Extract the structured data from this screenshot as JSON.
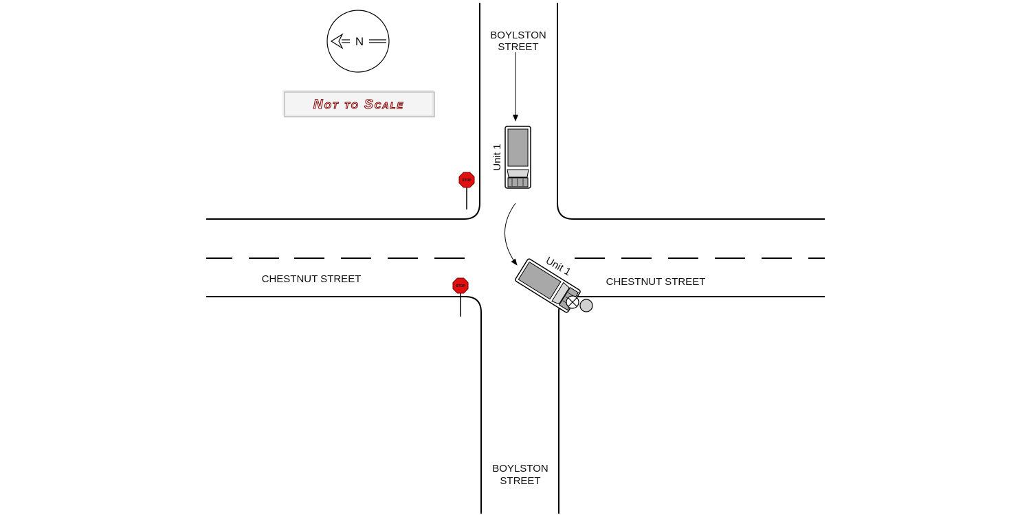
{
  "compass": {
    "label": "N",
    "icon": "north-arrow-icon"
  },
  "scale_note": "Not to Scale",
  "streets": {
    "boylston_north": [
      "BOYLSTON",
      "STREET"
    ],
    "boylston_south": [
      "BOYLSTON",
      "STREET"
    ],
    "chestnut_west": "CHESTNUT STREET",
    "chestnut_east": "CHESTNUT STREET"
  },
  "vehicles": {
    "unit_before": "Unit 1",
    "unit_after": "Unit 1"
  },
  "signs": {
    "stop_upper": "STOP",
    "stop_lower": "STOP"
  },
  "colors": {
    "stop_sign": "#e01010",
    "vehicle_body": "#a8a8a8",
    "scale_text": "#8b1010",
    "road_line": "#000000"
  }
}
